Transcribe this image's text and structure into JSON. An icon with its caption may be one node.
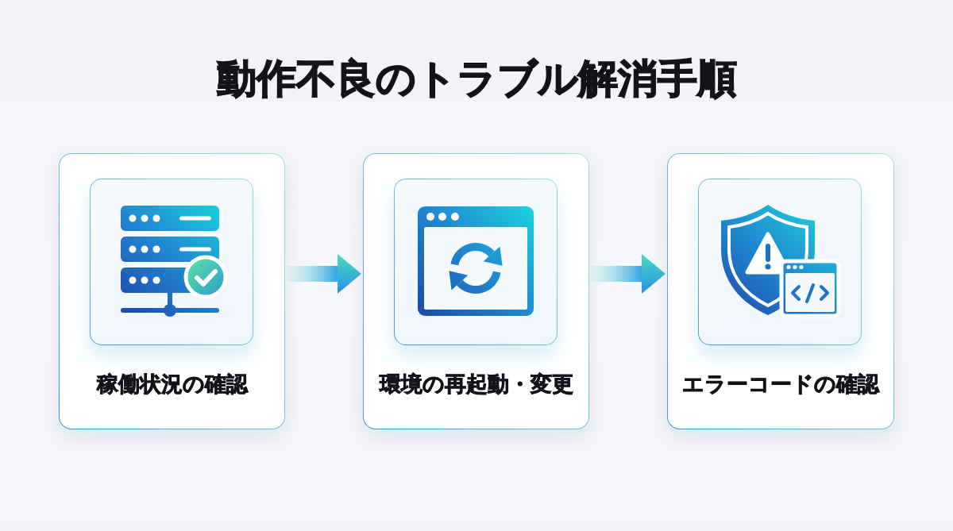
{
  "diagram": {
    "title": "動作不良のトラブル解消手順",
    "nodes": [
      {
        "text": [
          "稼働状況の確認"
        ]
      },
      {
        "text": [
          "環境の再起動・変更"
        ]
      },
      {
        "text": [
          "エラーコードの確認"
        ]
      }
    ],
    "edges": [
      {
        "from": 0,
        "to": 1,
        "arrow": "to"
      },
      {
        "from": 1,
        "to": 2,
        "arrow": "to"
      }
    ]
  }
}
